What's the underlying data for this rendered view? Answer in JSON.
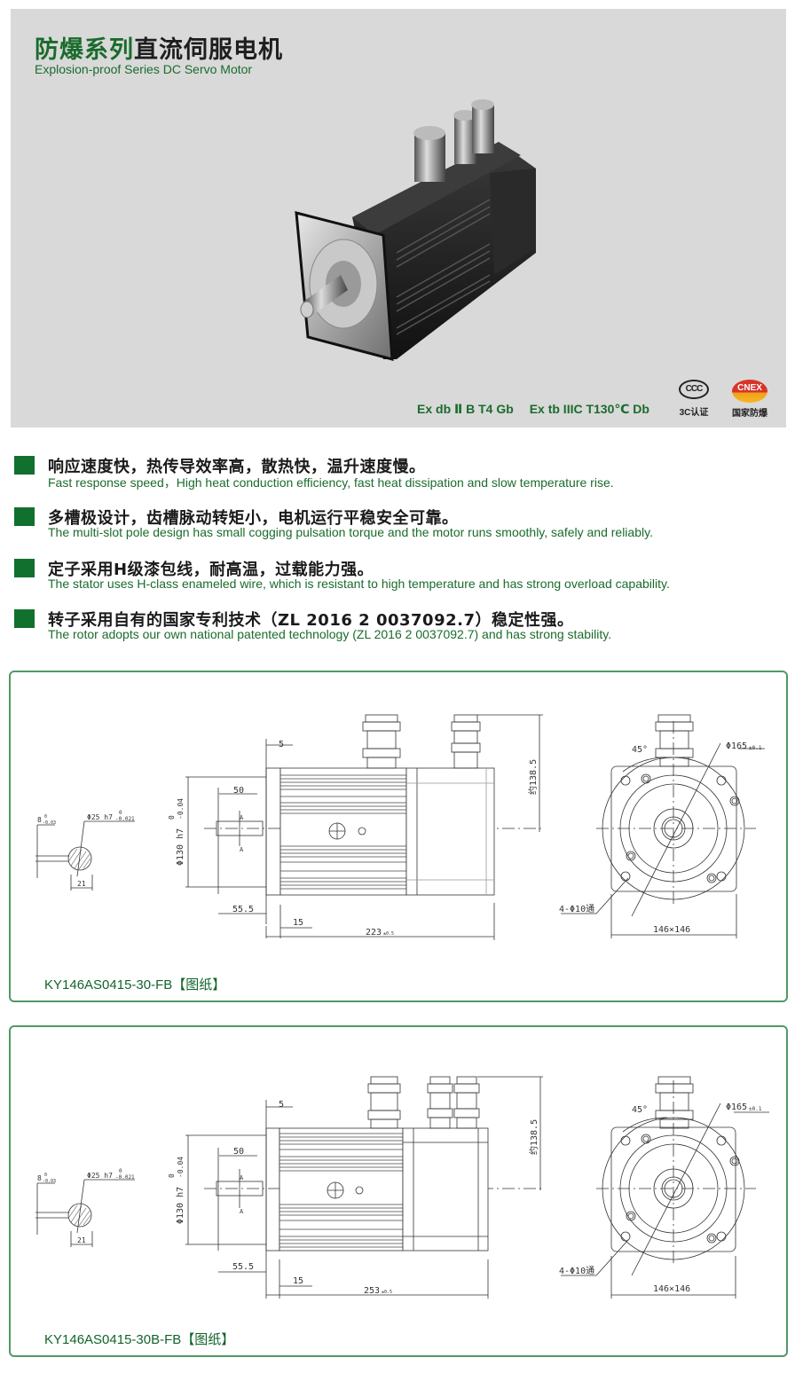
{
  "hero": {
    "title_green": "防爆系列",
    "title_dark": "直流伺服电机",
    "subtitle": "Explosion-proof Series DC Servo Motor",
    "certifications": [
      "Ex db Ⅱ B T4 Gb",
      "Ex tb IIIC T130℃ Db"
    ],
    "ccc_logo_text": "CCC",
    "ccc_label": "3C认证",
    "cnex_logo_text": "CNEX",
    "cnex_label": "国家防爆",
    "colors": {
      "brand_green": "#1a6b2c",
      "background": "#d9d9d9"
    }
  },
  "features": [
    {
      "zh": "响应速度快，热传导效率高，散热快，温升速度慢。",
      "en": "Fast response speed，High heat conduction efficiency, fast heat dissipation and slow temperature rise."
    },
    {
      "zh": "多槽极设计，齿槽脉动转矩小，电机运行平稳安全可靠。",
      "en": "The multi-slot pole design has small cogging pulsation torque and the motor runs smoothly, safely and reliably."
    },
    {
      "zh": "定子采用H级漆包线，耐高温，过载能力强。",
      "en": "The stator uses H-class enameled wire, which is resistant to high temperature and has strong overload capability."
    },
    {
      "zh": "转子采用自有的国家专利技术（ZL 2016 2 0037092.7）稳定性强。",
      "en": "The rotor adopts our own national patented technology (ZL 2016 2 0037092.7) and has strong stability."
    }
  ],
  "drawings": [
    {
      "model": "KY146AS0415-30-FB",
      "link": "【图纸】",
      "dims": {
        "key_width": "8",
        "key_tol_top": "0",
        "key_tol_bottom": "-0.03",
        "shaft_dia": "Φ25 h7",
        "shaft_tol_top": "0",
        "shaft_tol_bottom": "-0.021",
        "key_depth": "21",
        "spigot": "Φ130 h7",
        "spigot_tol_top": "0",
        "spigot_tol_bottom": "-0.04",
        "key_length": "50",
        "shaft_length": "55.5",
        "flange_step": "5",
        "flange_thk": "15",
        "total_length": "223",
        "total_tol": "±0.5",
        "height": "约138.5",
        "angle": "45°",
        "pcd": "Φ165",
        "pcd_tol": "±0.1",
        "holes": "4-Φ10通",
        "square": "146×146",
        "section_mark": "A"
      }
    },
    {
      "model": "KY146AS0415-30B-FB",
      "link": "【图纸】",
      "dims": {
        "key_width": "8",
        "key_tol_top": "0",
        "key_tol_bottom": "-0.03",
        "shaft_dia": "Φ25 h7",
        "shaft_tol_top": "0",
        "shaft_tol_bottom": "-0.021",
        "key_depth": "21",
        "spigot": "Φ130 h7",
        "spigot_tol_top": "0",
        "spigot_tol_bottom": "-0.04",
        "key_length": "50",
        "shaft_length": "55.5",
        "flange_step": "5",
        "flange_thk": "15",
        "total_length": "253",
        "total_tol": "±0.5",
        "height": "约138.5",
        "angle": "45°",
        "pcd": "Φ165",
        "pcd_tol": "±0.1",
        "holes": "4-Φ10通",
        "square": "146×146",
        "section_mark": "A"
      }
    }
  ]
}
